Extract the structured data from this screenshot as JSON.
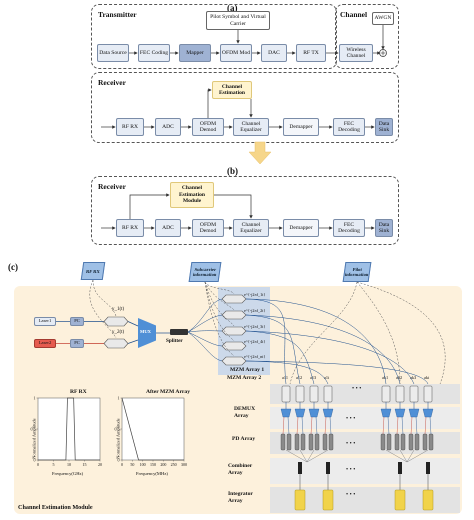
{
  "panel_a": {
    "label": "(a)",
    "transmitter": {
      "title": "Transmitter",
      "pilot_box": "Pilot Symbol and Virtual Carrier",
      "blocks": [
        "Data Source",
        "FEC Coding",
        "Mapper",
        "OFDM Mod",
        "DAC",
        "RF TX"
      ]
    },
    "channel": {
      "title": "Channel",
      "awgn": "AWGN",
      "wireless": "Wireless Channel"
    },
    "receiver": {
      "title": "Receiver",
      "estimation": "Channel Estimation",
      "blocks": [
        "RF RX",
        "ADC",
        "OFDM Demod",
        "Channel Equalizer",
        "Demapper",
        "FEC Decoding",
        "Data Sink"
      ]
    }
  },
  "panel_b": {
    "label": "(b)",
    "receiver": {
      "title": "Receiver",
      "estimation": "Channel Estimation Module",
      "blocks": [
        "RF RX",
        "ADC",
        "OFDM Demod",
        "Channel Equalizer",
        "Demapper",
        "FEC Decoding",
        "Data Sink"
      ]
    }
  },
  "panel_c": {
    "label": "(c)",
    "tags": {
      "rf_rx": "RF RX",
      "subcarrier": "Subcarrier information",
      "pilot": "Pilot information"
    },
    "lasers": [
      "Laser1",
      "Laser2"
    ],
    "pc": "PC",
    "mzm": "MZM",
    "mux": "MUX",
    "splitter": "Splitter",
    "signals": [
      "y_1(t)",
      "y_2(t)"
    ],
    "carriers": [
      "e^{-j2πf_1t}",
      "e^{-j2πf_2t}",
      "e^{-j2πf_3t}",
      "e^{-j2πf_4t}",
      "e^{-j2πf_nt}"
    ],
    "arrays": {
      "mzm1": "MZM Array 1",
      "mzm2": "MZM Array 2",
      "demux": "DEMUX Array",
      "pd": "PD Array",
      "combiner": "Combiner Array",
      "integrator": "Integrator Array"
    },
    "weights_left": [
      "a11",
      "a12",
      "a13",
      "a1i"
    ],
    "weights_right": [
      "ak1",
      "ak2",
      "ak3",
      "aki"
    ],
    "module_title": "Channel Estimation Module",
    "ellipsis": "• • •"
  },
  "chart_data": [
    {
      "type": "line",
      "title": "RF RX",
      "xlabel": "Frequency(GHz)",
      "ylabel": "Normalized Amplitude",
      "x": [
        0,
        9,
        9.5,
        11.5,
        12,
        20
      ],
      "y": [
        0,
        0,
        1,
        1,
        0,
        0
      ],
      "xlim": [
        0,
        20
      ],
      "ylim": [
        0,
        1
      ],
      "xticks": [
        0,
        5,
        10,
        15,
        20
      ],
      "yticks": [
        0,
        0.5,
        1
      ]
    },
    {
      "type": "line",
      "title": "After MZM Array",
      "xlabel": "Frequency(MHz)",
      "ylabel": "Normalized Amplitude",
      "x": [
        0,
        80,
        300
      ],
      "y": [
        1,
        0,
        0
      ],
      "xlim": [
        0,
        300
      ],
      "ylim": [
        0,
        1
      ],
      "xticks": [
        0,
        50,
        100,
        150,
        200,
        250,
        300
      ],
      "yticks": [
        0,
        0.5,
        1
      ]
    }
  ],
  "colors": {
    "block_light": "#e6ecf5",
    "block_dark": "#9fb2d3",
    "estimation": "#fff4cf",
    "module_bg": "#fdf1dc",
    "laser": "#c0392b",
    "tag": "#9fc0e6"
  }
}
